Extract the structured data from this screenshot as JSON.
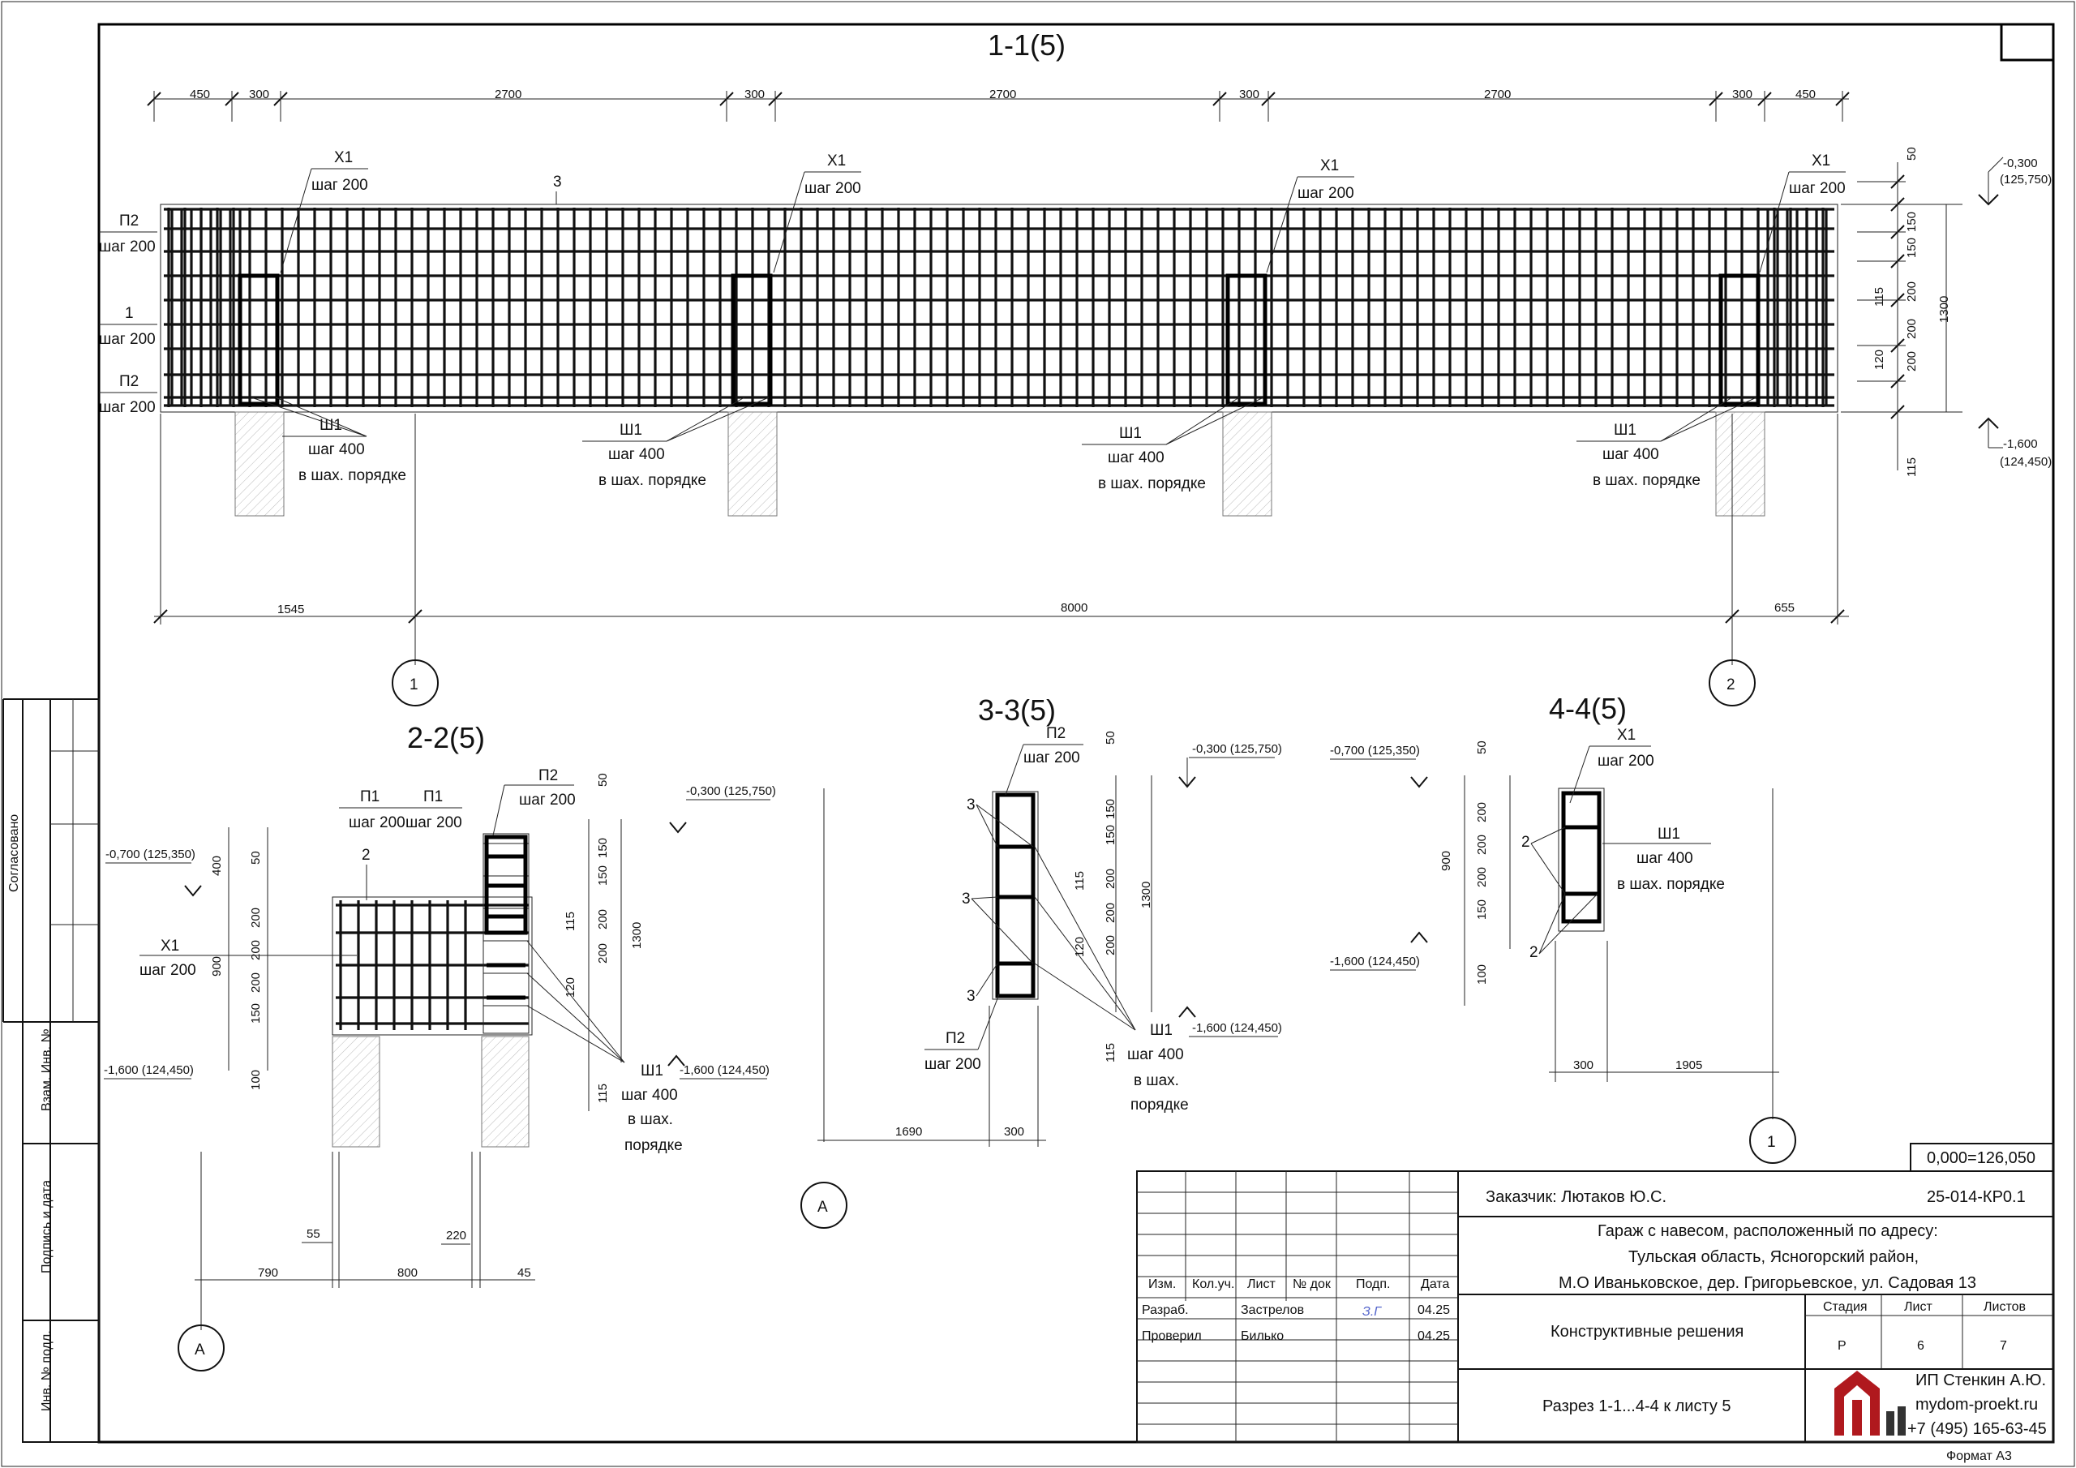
{
  "sections": {
    "s11": {
      "title": "1-1(5)",
      "top_dims": [
        "450",
        "300",
        "2700",
        "300",
        "2700",
        "300",
        "2700",
        "300",
        "450"
      ],
      "bottom_dims": [
        "1545",
        "8000",
        "655"
      ],
      "right_dims": [
        "50",
        "150",
        "150",
        "115",
        "200",
        "200",
        "120",
        "200",
        "115",
        "1300"
      ],
      "level_top": "-0,300",
      "level_top_abs": "(125,750)",
      "level_bottom": "-1,600",
      "level_bottom_abs": "(124,450)",
      "label_p2": "П2",
      "label_1": "1",
      "label_3": "3",
      "step200": "шаг 200",
      "label_x1": "Х1",
      "label_sh1": "Ш1",
      "step400": "шаг 400",
      "chess": "в шах. порядке",
      "axis_1": "1",
      "axis_2": "2"
    },
    "s22": {
      "title": "2-2(5)",
      "label_p1": "П1",
      "label_p2": "П2",
      "label_2": "2",
      "label_x1": "Х1",
      "label_sh1": "Ш1",
      "step200": "шаг 200",
      "step400": "шаг 400",
      "chess1": "в шах.",
      "chess2": "порядке",
      "level_a": "-0,700 (125,350)",
      "level_b": "-0,300 (125,750)",
      "level_c": "-1,600 (124,450)",
      "level_d": "-1,600 (124,450)",
      "left_dims": [
        "400",
        "50",
        "200",
        "200",
        "200",
        "150",
        "900",
        "100"
      ],
      "right_dims": [
        "50",
        "150",
        "150",
        "115",
        "200",
        "200",
        "120",
        "1300",
        "115"
      ],
      "bottom_dims": [
        "790",
        "800",
        "45",
        "55",
        "220"
      ],
      "axis": "А"
    },
    "s33": {
      "title": "3-3(5)",
      "label_p2": "П2",
      "label_3": "3",
      "label_sh1": "Ш1",
      "step200": "шаг 200",
      "step400": "шаг 400",
      "chess1": "в шах.",
      "chess2": "порядке",
      "level_top": "-0,300 (125,750)",
      "level_bottom": "-1,600 (124,450)",
      "dims": [
        "50",
        "150",
        "150",
        "115",
        "200",
        "200",
        "120",
        "200",
        "1300",
        "115"
      ],
      "bottom_dims": [
        "1690",
        "300"
      ],
      "axis": "А"
    },
    "s44": {
      "title": "4-4(5)",
      "label_x1": "Х1",
      "label_2": "2",
      "label_sh1": "Ш1",
      "step200": "шаг 200",
      "step400": "шаг 400",
      "chess": "в шах. порядке",
      "level_top": "-0,700 (125,350)",
      "level_bottom": "-1,600 (124,450)",
      "dims": [
        "50",
        "200",
        "200",
        "200",
        "150",
        "900",
        "100"
      ],
      "bottom_dims": [
        "300",
        "1905"
      ],
      "axis": "1"
    }
  },
  "side_stamp": {
    "agreed": "Согласовано",
    "inv_replace": "Взам. Инв. №",
    "sign_date": "Подпись и дата",
    "inv_orig": "Инв. № подл."
  },
  "title_block": {
    "elevation_ref": "0,000=126,050",
    "customer": "Заказчик: Лютаков Ю.С.",
    "doc_code": "25-014-КР0.1",
    "object_lines": [
      "Гараж с навесом, расположенный по адресу:",
      "Тульская область, Ясногорский район,",
      "М.О Иваньковское, дер. Григорьевское, ул. Садовая 13"
    ],
    "col_headers": [
      "Изм.",
      "Кол.уч.",
      "Лист",
      "№ док",
      "Подп.",
      "Дата"
    ],
    "rows": [
      {
        "role": "Разраб.",
        "name": "Застрелов",
        "sign": "З.Г",
        "date": "04.25"
      },
      {
        "role": "Проверил",
        "name": "Билько",
        "sign": "",
        "date": "04.25"
      }
    ],
    "section_name": "Конструктивные решения",
    "stage_headers": [
      "Стадия",
      "Лист",
      "Листов"
    ],
    "stage": "Р",
    "sheet": "6",
    "sheets": "7",
    "sheet_name": "Разрез 1-1...4-4 к листу 5",
    "company": [
      "ИП Стенкин А.Ю.",
      "mydom-proekt.ru",
      "+7 (495) 165-63-45"
    ],
    "format": "Формат А3",
    "brand_color": "#b0191e"
  }
}
